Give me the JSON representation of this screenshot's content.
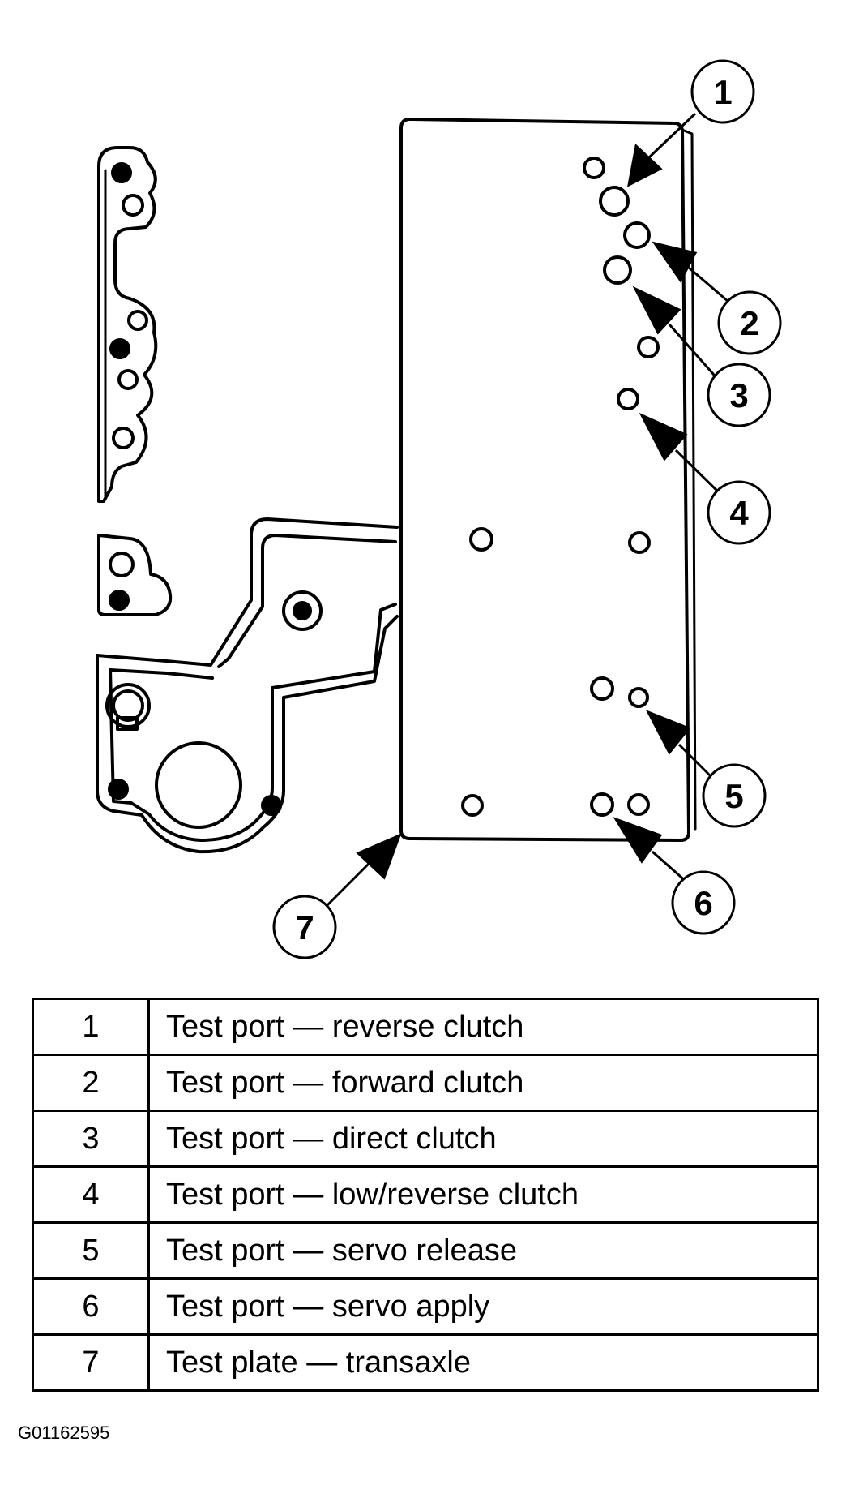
{
  "callouts": [
    {
      "number": "1",
      "label": "Test port — reverse clutch"
    },
    {
      "number": "2",
      "label": "Test port — forward clutch"
    },
    {
      "number": "3",
      "label": "Test port — direct clutch"
    },
    {
      "number": "4",
      "label": "Test port — low/reverse clutch"
    },
    {
      "number": "5",
      "label": "Test port — servo release"
    },
    {
      "number": "6",
      "label": "Test port — servo apply"
    },
    {
      "number": "7",
      "label": "Test plate — transaxle"
    }
  ],
  "figure_id": "G01162595"
}
